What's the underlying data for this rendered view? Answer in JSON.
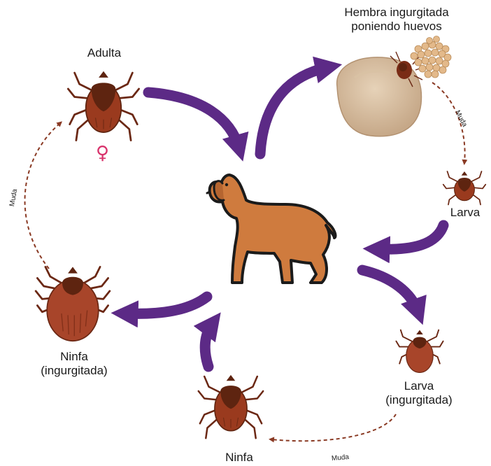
{
  "labels": {
    "adult": "Adulta",
    "engorged_female": "Hembra ingurgitada\nponiendo huevos",
    "larva": "Larva",
    "larva_engorged": "Larva\n(ingurgitada)",
    "nymph": "Ninfa",
    "nymph_engorged": "Ninfa\n(ingurgitada)"
  },
  "molt_label": "Muda",
  "female_symbol": "♀",
  "colors": {
    "arrow": "#5c2a86",
    "molt_arrow": "#8a3a24",
    "tick_body": "#9a3a1e",
    "tick_dark": "#5e2410",
    "tick_legs": "#6b2814",
    "dog_body": "#cf7b3e",
    "egg": "#e3b98a",
    "female_symbol": "#d8326b"
  },
  "icons": [
    "tick-icon",
    "dog-icon",
    "egg-cluster-icon",
    "female-symbol-icon"
  ]
}
